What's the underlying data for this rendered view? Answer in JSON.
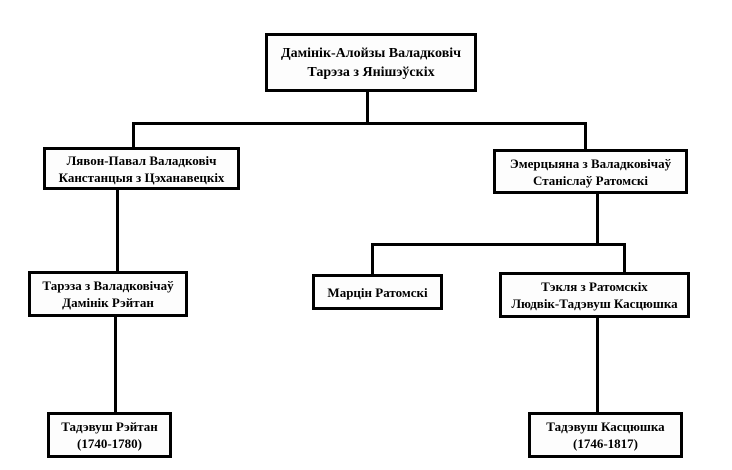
{
  "diagram": {
    "type": "family-tree",
    "language": "Belarusian",
    "colors": {
      "background": "#ffffff",
      "box_fill": "#fdfdfd",
      "box_border": "#000000",
      "connector": "#000000",
      "text": "#000000"
    },
    "nodes": {
      "root": {
        "line1": "Дамінік-Алойзы Валадковіч",
        "line2": "Тарэза з Янішэўскіх"
      },
      "gen2_left": {
        "line1": "Лявон-Павал Валадковіч",
        "line2": "Канстанцыя з Цэханавецкіх"
      },
      "gen2_right": {
        "line1": "Эмерцыяна з Валадковічаў",
        "line2": "Станіслаў Ратомскі"
      },
      "gen3_left": {
        "line1": "Тарэза з Валадковічаў",
        "line2": "Дамінік Рэйтан"
      },
      "gen3_middle": {
        "line1": "Марцін Ратомскі"
      },
      "gen3_right": {
        "line1": "Тэкля з Ратомскіх",
        "line2": "Людвік-Тадэвуш Касцюшка"
      },
      "gen4_left": {
        "line1": "Тадэвуш Рэйтан",
        "line2": "(1740-1780)"
      },
      "gen4_right": {
        "line1": "Тадэвуш Касцюшка",
        "line2": "(1746-1817)"
      }
    }
  }
}
